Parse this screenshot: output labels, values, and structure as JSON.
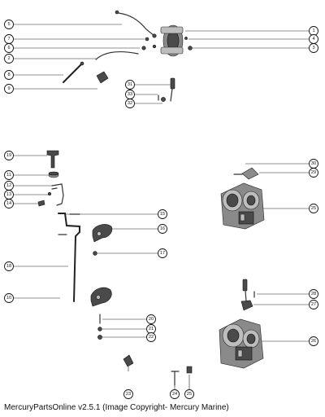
{
  "caption": "MercuryPartsOnline v2.5.1 (Image Copyright- Mercury Marine)",
  "callouts": [
    "5",
    "7",
    "6",
    "2",
    "8",
    "9",
    "1",
    "4",
    "3",
    "31",
    "33",
    "32",
    "19",
    "11",
    "12",
    "13",
    "14",
    "15",
    "16",
    "17",
    "18",
    "10",
    "30",
    "29",
    "25",
    "28",
    "27",
    "20",
    "21",
    "22",
    "26",
    "23",
    "24",
    "25"
  ]
}
